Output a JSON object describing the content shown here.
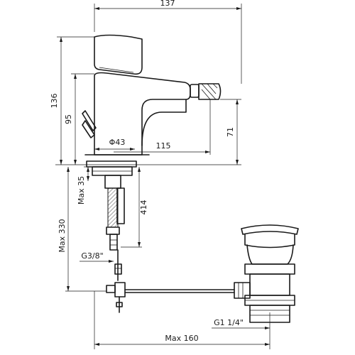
{
  "dimensions": {
    "width_top": "137",
    "height_total": "136",
    "height_spout": "95",
    "height_outlet": "71",
    "diameter_base": "Φ43",
    "spout_reach": "115",
    "max_35": "Max 35",
    "hose_length": "414",
    "max_330": "Max 330",
    "thread_g38": "G3/8\"",
    "thread_g114": "G1 1/4\"",
    "max_160": "Max 160"
  }
}
